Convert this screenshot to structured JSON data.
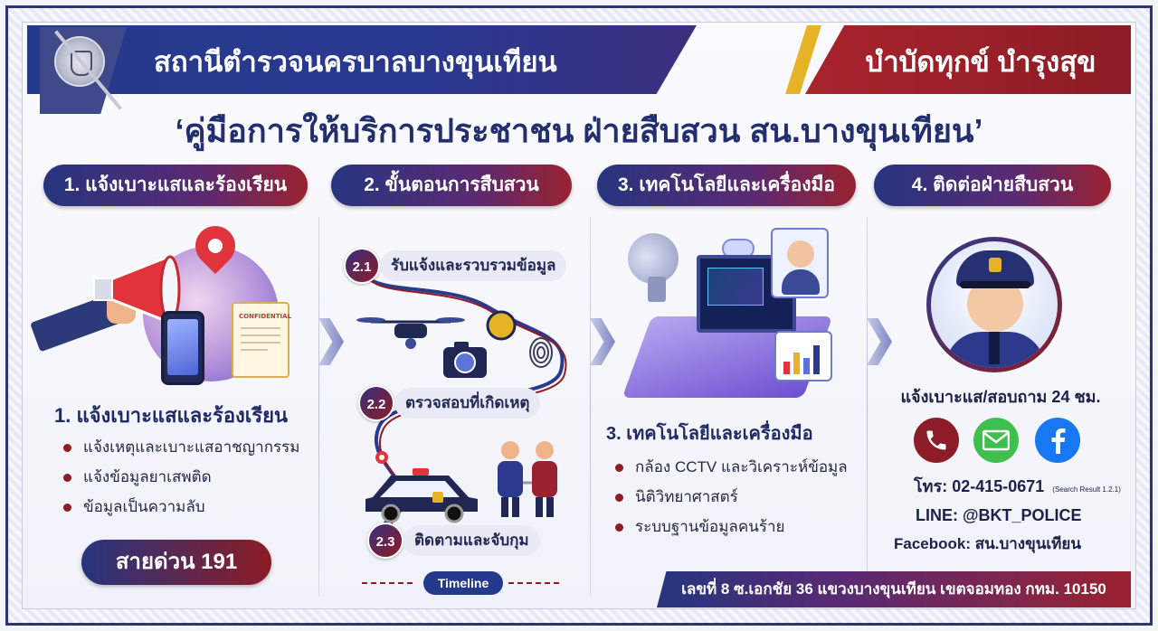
{
  "header": {
    "station_name": "สถานีตำรวจนครบาลบางขุนเทียน",
    "motto": "บำบัดทุกข์ บำรุงสุข"
  },
  "main_title": "‘คู่มือการให้บริการประชาชน ฝ่ายสืบสวน สน.บางขุนเทียน’",
  "sections": [
    {
      "label": "1. แจ้งเบาะแสและร้องเรียน"
    },
    {
      "label": "2. ขั้นตอนการสืบสวน"
    },
    {
      "label": "3. เทคโนโลยีและเครื่องมือ"
    },
    {
      "label": "4. ติดต่อฝ่ายสืบสวน"
    }
  ],
  "col1": {
    "confidential": "CONFIDENTIAL",
    "heading": "1. แจ้งเบาะแสและร้องเรียน",
    "bullets": [
      "แจ้งเหตุและเบาะแสอาชญากรรม",
      "แจ้งข้อมูลยาเสพติด",
      "ข้อมูลเป็นความลับ"
    ],
    "hotline": "สายด่วน 191"
  },
  "col2": {
    "steps": [
      {
        "num": "2.1",
        "label": "รับแจ้งและรวบรวมข้อมูล"
      },
      {
        "num": "2.2",
        "label": "ตรวจสอบที่เกิดเหตุ"
      },
      {
        "num": "2.3",
        "label": "ติดตามและจับกุม"
      }
    ],
    "timeline": "Timeline"
  },
  "col3": {
    "heading": "3. เทคโนโลยีและเครื่องมือ",
    "bullets": [
      "กล้อง CCTV และวิเคราะห์ข้อมูล",
      "นิติวิทยาศาสตร์",
      "ระบบฐานข้อมูลคนร้าย"
    ]
  },
  "col4": {
    "hours": "แจ้งเบาะแส/สอบถาม 24 ชม.",
    "phone": "โทร: 02-415-0671",
    "phone_note": "(Search Result 1.2.1)",
    "line": "LINE: @BKT_POLICE",
    "facebook": "Facebook: สน.บางขุนเทียน"
  },
  "address": "เลขที่ 8 ซ.เอกชัย 36 แขวงบางขุนเทียน เขตจอมทอง กทม. 10150",
  "colors": {
    "navy": "#243a8c",
    "maroon": "#8c1c25",
    "gold": "#e5b325"
  },
  "icons": {
    "emblem": "police-emblem-icon",
    "megaphone": "megaphone-icon",
    "phone_call": "phone-icon",
    "message": "mail-icon",
    "facebook": "facebook-icon"
  }
}
